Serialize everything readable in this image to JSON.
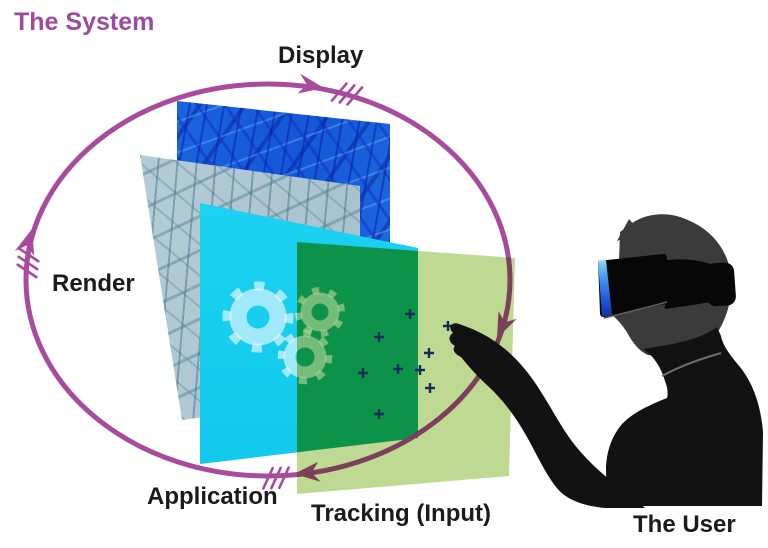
{
  "title": "The System",
  "cycle": {
    "display_label": "Display",
    "render_label": "Render",
    "application_label": "Application",
    "tracking_label": "Tracking (Input)"
  },
  "user": {
    "label": "The User"
  },
  "icons": {
    "gears": "gears-icon",
    "tracking_marks": "plus-markers",
    "headset": "vr-headset"
  },
  "colors": {
    "title_text": "#9e4a9e",
    "label_text": "#1b1b1b",
    "cycle_arrow": "#a84b9e",
    "panel_blue": "#1b63dc",
    "panel_gray": "#b2cad3",
    "panel_cyan": "#18cfef",
    "panel_green": "#bdd992",
    "overlap_teal": "#10ac80",
    "tracking_marks": "#17379d",
    "gears": "#e8f7fc",
    "silhouette_body": "#121212",
    "silhouette_head": "#3b3b3b",
    "headset_black": "#070707",
    "lens_blue": "#3f8ff0"
  }
}
